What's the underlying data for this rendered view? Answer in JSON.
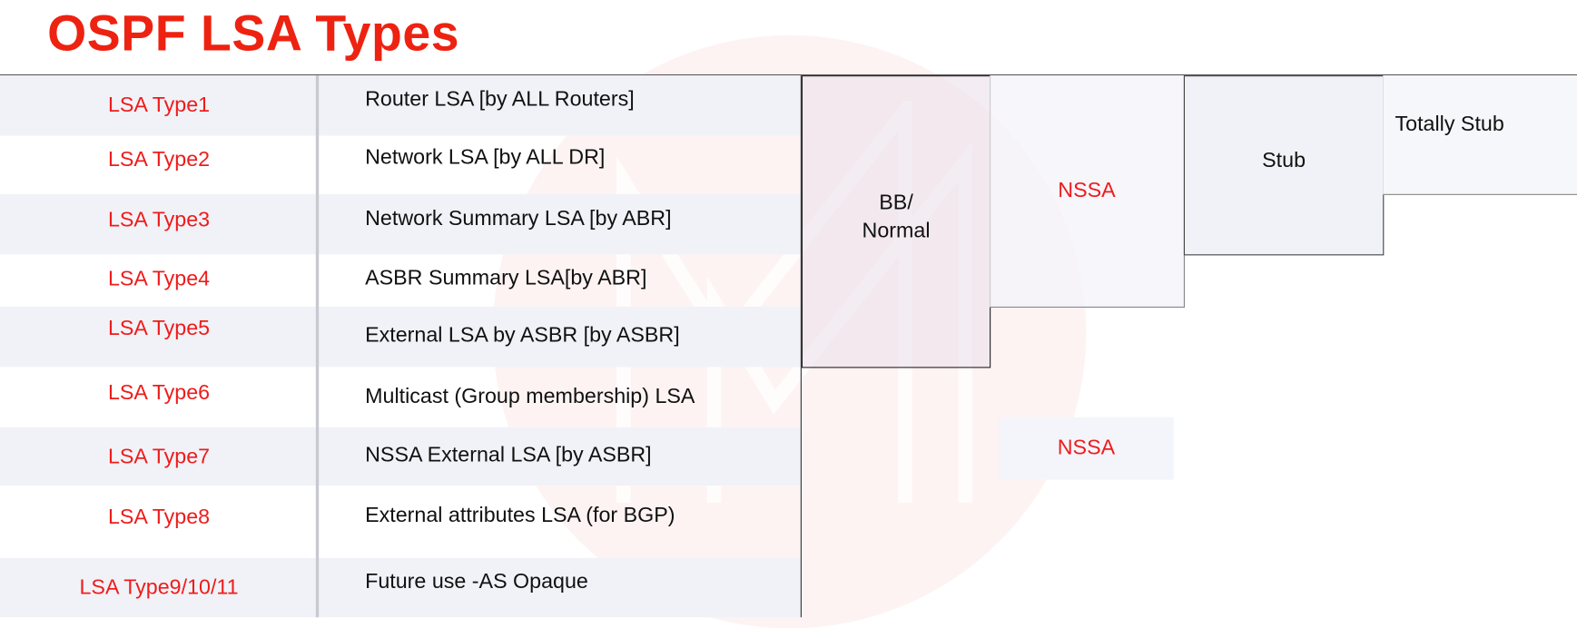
{
  "title": "OSPF LSA Types",
  "rows": [
    {
      "type": "LSA Type1",
      "desc": "Router LSA [by ALL Routers]"
    },
    {
      "type": "LSA Type2",
      "desc": "Network LSA [by ALL DR]"
    },
    {
      "type": "LSA Type3",
      "desc": "Network Summary LSA [by ABR]"
    },
    {
      "type": "LSA Type4",
      "desc": "ASBR Summary LSA[by ABR]"
    },
    {
      "type": "LSA Type5",
      "desc": "External LSA by ASBR [by ASBR]"
    },
    {
      "type": "LSA Type6",
      "desc": "Multicast (Group membership) LSA"
    },
    {
      "type": "LSA Type7",
      "desc": "NSSA External LSA [by ASBR]"
    },
    {
      "type": "LSA Type8",
      "desc": "External attributes LSA (for BGP)"
    },
    {
      "type": "LSA Type9/10/11",
      "desc": "Future use -AS Opaque"
    }
  ],
  "areas": {
    "bb_normal": "BB/\nNormal",
    "nssa": "NSSA",
    "stub": "Stub",
    "totally_stub": "Totally Stub",
    "nssa_type7": "NSSA"
  },
  "colors": {
    "accent": "#ee1c1c",
    "text": "#111111",
    "shade": "#f1f2f7"
  }
}
